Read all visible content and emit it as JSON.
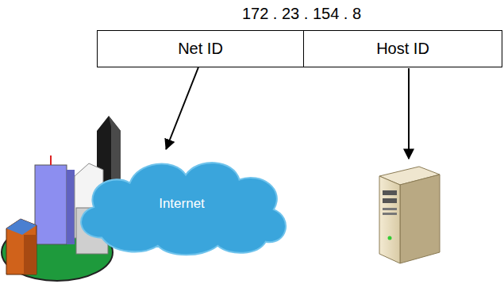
{
  "diagram": {
    "title": "172 . 23 . 154 . 8",
    "nodes": [
      {
        "text": [
          "Net ID"
        ]
      },
      {
        "text": [
          "Host ID"
        ]
      },
      {
        "text": [
          "Internet"
        ]
      }
    ],
    "edges": [
      {
        "from": 0,
        "to": 2,
        "arrow": "to"
      }
    ]
  }
}
